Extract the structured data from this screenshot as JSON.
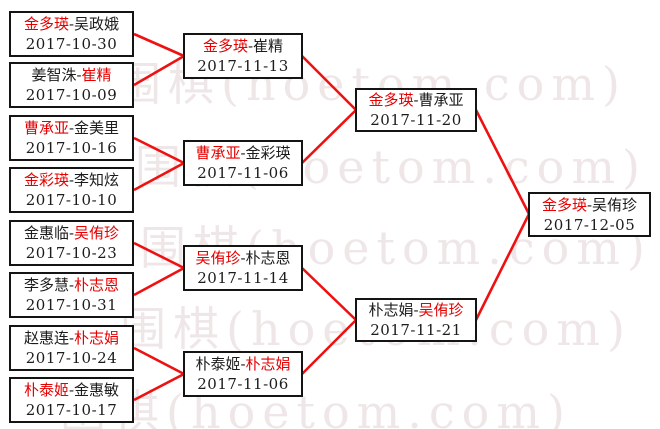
{
  "separator": "-",
  "watermark": {
    "text": "围棋(hoetom.com)"
  },
  "colors": {
    "winner_name": "#e60000",
    "connector_line": "#ee1111",
    "box_border": "#141414",
    "watermark": "#efe7e7"
  },
  "bracket": {
    "round1": [
      {
        "p1": "金多瑛",
        "p2": "吴政娥",
        "date": "2017-10-30",
        "winner": "p1"
      },
      {
        "p1": "姜智洙",
        "p2": "崔精",
        "date": "2017-10-09",
        "winner": "p2"
      },
      {
        "p1": "曹承亚",
        "p2": "金美里",
        "date": "2017-10-16",
        "winner": "p1"
      },
      {
        "p1": "金彩瑛",
        "p2": "李知炫",
        "date": "2017-10-10",
        "winner": "p1"
      },
      {
        "p1": "金惠临",
        "p2": "吴侑珍",
        "date": "2017-10-23",
        "winner": "p2"
      },
      {
        "p1": "李多慧",
        "p2": "朴志恩",
        "date": "2017-10-31",
        "winner": "p2"
      },
      {
        "p1": "赵惠连",
        "p2": "朴志娟",
        "date": "2017-10-24",
        "winner": "p2"
      },
      {
        "p1": "朴泰姬",
        "p2": "金惠敏",
        "date": "2017-10-17",
        "winner": "p1"
      }
    ],
    "round2": [
      {
        "p1": "金多瑛",
        "p2": "崔精",
        "date": "2017-11-13",
        "winner": "p1"
      },
      {
        "p1": "曹承亚",
        "p2": "金彩瑛",
        "date": "2017-11-06",
        "winner": "p1"
      },
      {
        "p1": "吴侑珍",
        "p2": "朴志恩",
        "date": "2017-11-14",
        "winner": "p1"
      },
      {
        "p1": "朴泰姬",
        "p2": "朴志娟",
        "date": "2017-11-06",
        "winner": "p2"
      }
    ],
    "semifinals": [
      {
        "p1": "金多瑛",
        "p2": "曹承亚",
        "date": "2017-11-20",
        "winner": "p1"
      },
      {
        "p1": "朴志娟",
        "p2": "吴侑珍",
        "date": "2017-11-21",
        "winner": "p2"
      }
    ],
    "final": [
      {
        "p1": "金多瑛",
        "p2": "吴侑珍",
        "date": "2017-12-05",
        "winner": "p1"
      }
    ]
  }
}
